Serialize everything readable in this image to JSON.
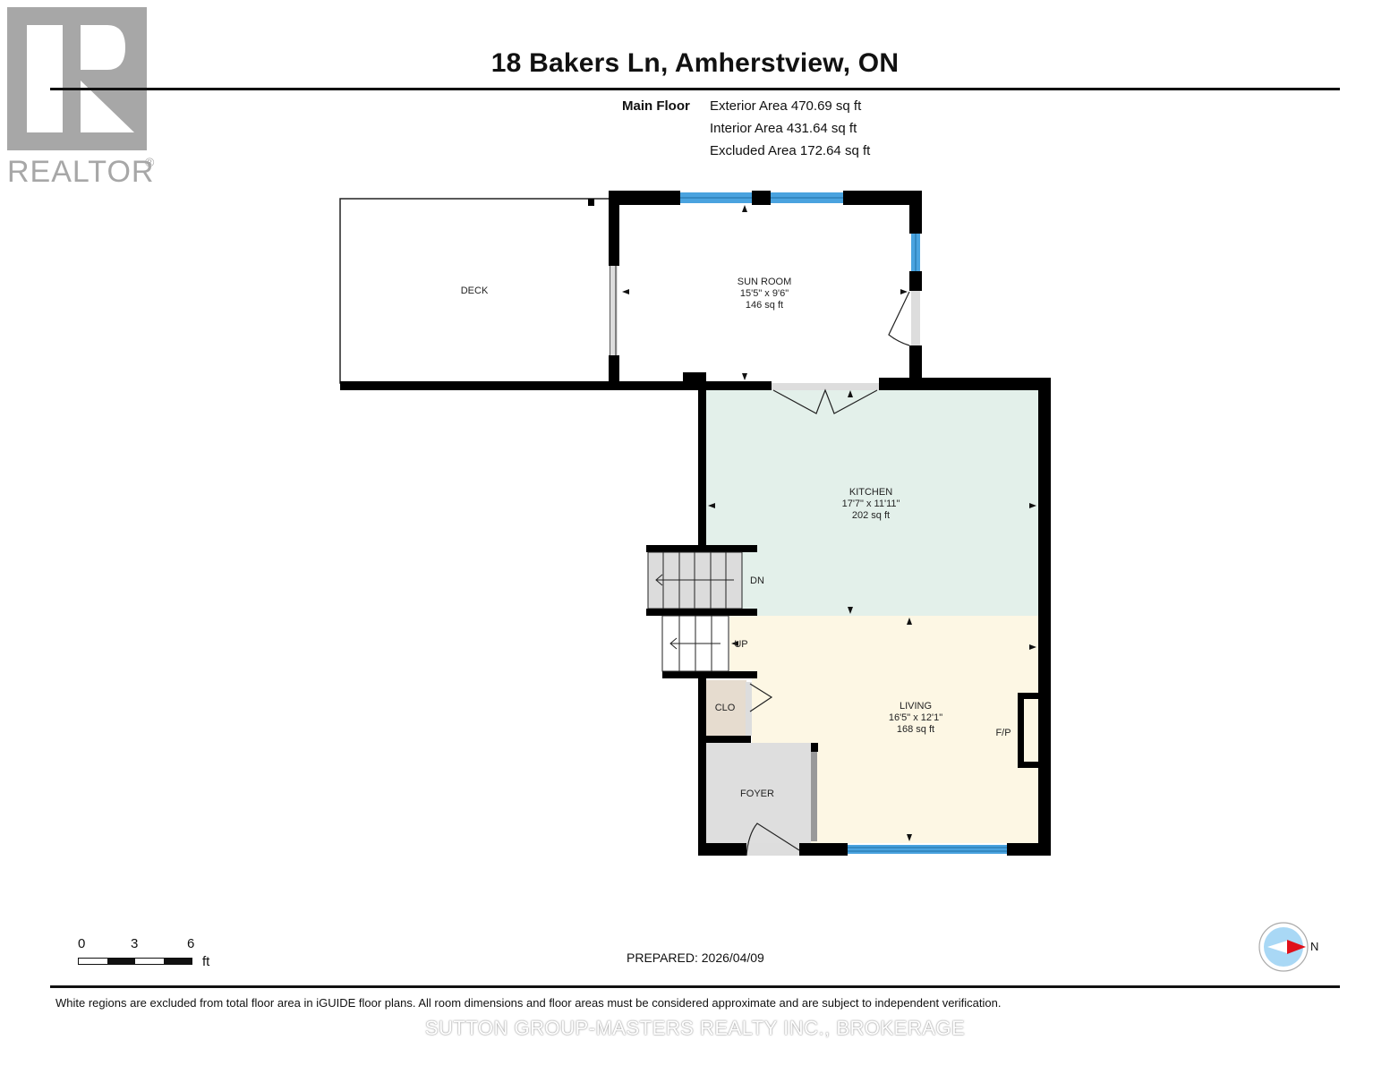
{
  "logo": {
    "text": "REALTOR",
    "mark": "®",
    "icon": "realtor-r-logo"
  },
  "header": {
    "title": "18 Bakers Ln, Amherstview, ON"
  },
  "summary": {
    "floor": "Main Floor",
    "exterior_area": "Exterior Area 470.69 sq ft",
    "interior_area": "Interior Area 431.64 sq ft",
    "excluded_area": "Excluded Area 172.64 sq ft"
  },
  "rooms": {
    "deck": {
      "name": "DECK"
    },
    "sun_room": {
      "name": "SUN ROOM",
      "dims": "15'5\" x 9'6\"",
      "area": "146 sq ft"
    },
    "kitchen": {
      "name": "KITCHEN",
      "dims": "17'7\" x 11'11\"",
      "area": "202 sq ft"
    },
    "living": {
      "name": "LIVING",
      "dims": "16'5\" x 12'1\"",
      "area": "168 sq ft"
    },
    "closet": {
      "name": "CLO"
    },
    "foyer": {
      "name": "FOYER"
    }
  },
  "labels": {
    "stairs_down": "DN",
    "stairs_up": "UP",
    "fireplace": "F/P"
  },
  "colors": {
    "wall": "#000000",
    "window": "#4aa3df",
    "kitchen_fill": "#e3f0ea",
    "living_fill": "#fdf7e4",
    "closet_fill": "#e6dccf",
    "foyer_fill": "#dedede",
    "stair_down_fill": "#dcdcdc"
  },
  "scale_bar": {
    "ticks": [
      "0",
      "3",
      "6"
    ],
    "unit": "ft"
  },
  "compass": {
    "label": "N"
  },
  "footer": {
    "prepared": "PREPARED: 2026/04/09",
    "disclaimer": "White regions are excluded from total floor area in iGUIDE floor plans. All room dimensions and floor areas must be considered approximate and are subject to independent verification.",
    "brokerage": "SUTTON GROUP-MASTERS REALTY INC., BROKERAGE"
  }
}
